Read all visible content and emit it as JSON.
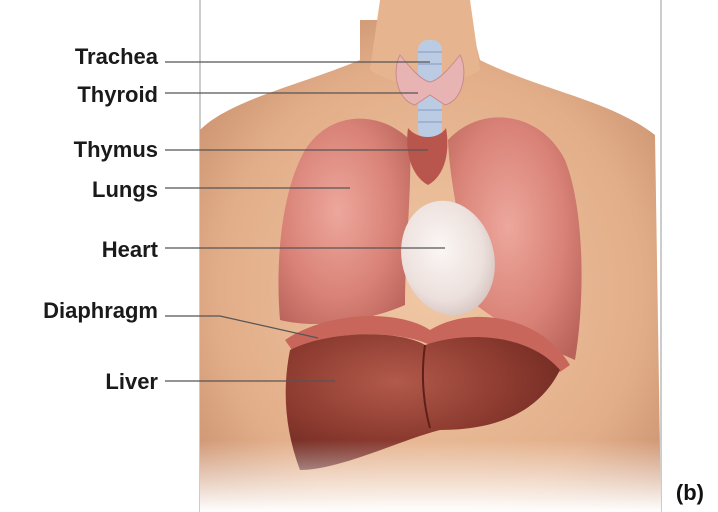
{
  "labels": {
    "trachea": "Trachea",
    "thyroid": "Thyroid",
    "thymus": "Thymus",
    "lungs": "Lungs",
    "heart": "Heart",
    "diaphragm": "Diaphragm",
    "liver": "Liver"
  },
  "panel_letter": "(b)",
  "colors": {
    "skin": "#e7b894",
    "lung": "#d9837a",
    "heart": "#f0e4e0",
    "liver": "#8e3a30",
    "trachea": "#b9c9e3",
    "leader_line": "#555555"
  }
}
